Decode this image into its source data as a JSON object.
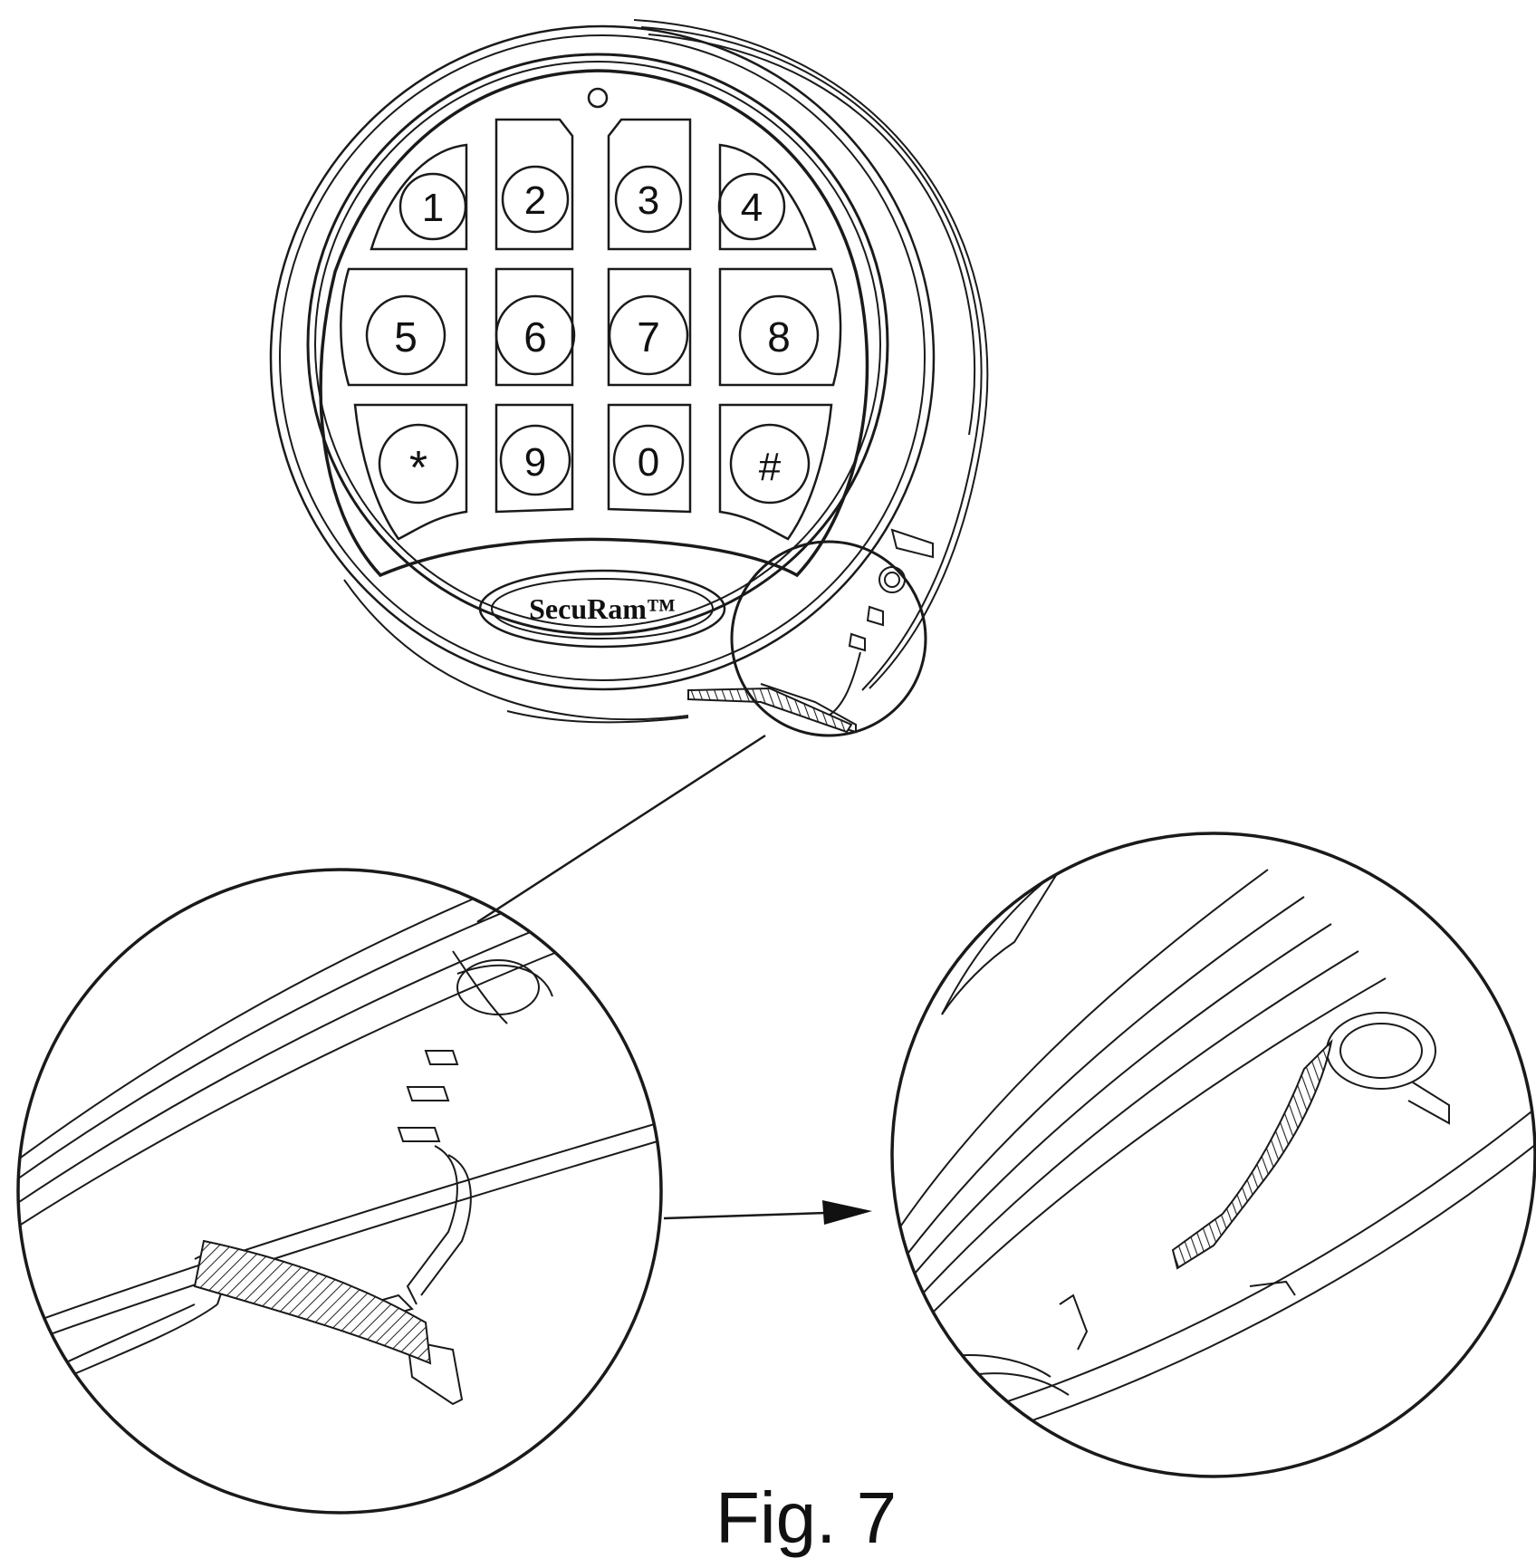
{
  "keypad": {
    "brand": "SecuRam™",
    "keys": [
      "1",
      "2",
      "3",
      "4",
      "5",
      "6",
      "7",
      "8",
      "*",
      "9",
      "0",
      "#"
    ]
  },
  "caption": "Fig. 7",
  "colors": {
    "line": "#1a1a1a",
    "hatch": "#222222",
    "background": "#ffffff"
  }
}
